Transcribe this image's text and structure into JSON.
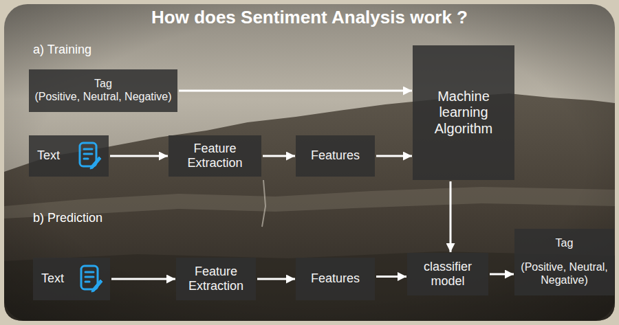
{
  "diagram": {
    "title": "How does Sentiment Analysis work ?",
    "nodes": [
      {
        "text": [
          "Tag",
          "(Positive, Neutral, Negative)"
        ]
      },
      {
        "text": [
          "Machine learning Algorithm"
        ]
      },
      {
        "text": [
          "Text"
        ]
      },
      {
        "text": [
          "Feature Extraction"
        ]
      },
      {
        "text": [
          "Features"
        ]
      },
      {
        "text": [
          "Text"
        ]
      },
      {
        "text": [
          "Feature Extraction"
        ]
      },
      {
        "text": [
          "Features"
        ]
      },
      {
        "text": [
          "classifier model"
        ]
      },
      {
        "text": [
          "Tag",
          "(Positive, Neutral, Negative)"
        ]
      }
    ],
    "edges": [
      {
        "from": 0,
        "to": 1,
        "arrow": "to"
      },
      {
        "from": 2,
        "to": 3,
        "arrow": "to"
      },
      {
        "from": 3,
        "to": 4,
        "arrow": "to"
      },
      {
        "from": 4,
        "to": 1,
        "arrow": "to"
      },
      {
        "from": 1,
        "to": 8,
        "arrow": "to"
      },
      {
        "from": 5,
        "to": 6,
        "arrow": "to"
      },
      {
        "from": 6,
        "to": 7,
        "arrow": "to"
      },
      {
        "from": 7,
        "to": 8,
        "arrow": "to"
      },
      {
        "from": 8,
        "to": 9,
        "arrow": "to"
      }
    ],
    "labels": [
      "a)  Training",
      "b)  Prediction"
    ]
  }
}
